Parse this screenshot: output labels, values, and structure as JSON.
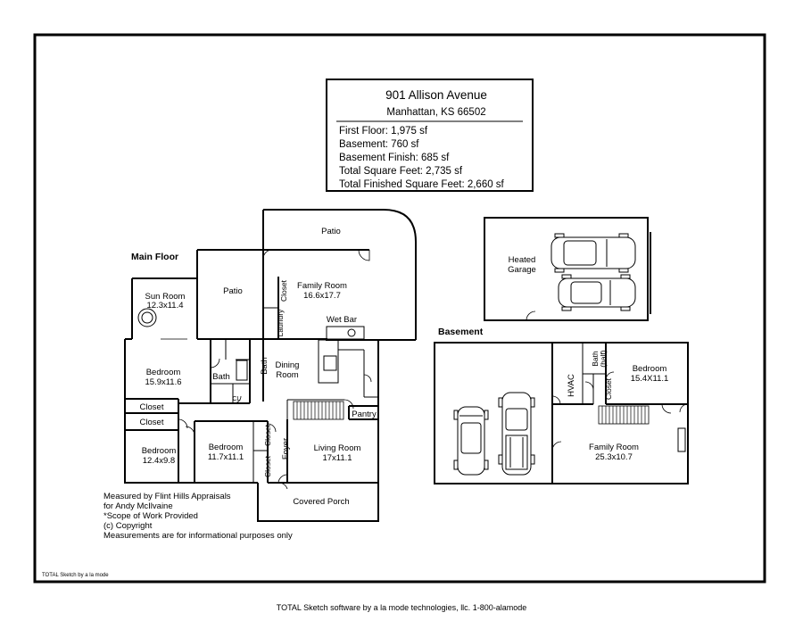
{
  "title_block": {
    "address_line1": "901 Allison Avenue",
    "address_line2": "Manhattan, KS 66502",
    "stats": [
      "First Floor: 1,975 sf",
      "Basement: 760 sf",
      "Basement Finish: 685 sf",
      "Total Square Feet: 2,735 sf",
      "Total Finished Square Feet: 2,660 sf"
    ]
  },
  "headings": {
    "main_floor": "Main Floor",
    "basement": "Basement"
  },
  "rooms": {
    "patio_top": "Patio",
    "patio_left": "Patio",
    "family_room": "Family Room",
    "family_room_dims": "16.6x17.7",
    "closet_family": "Closet",
    "laundry": "Laundry",
    "wet_bar": "Wet Bar",
    "sun_room": "Sun Room",
    "sun_room_dims": "12.3x11.4",
    "bedroom_a": "Bedroom",
    "bedroom_a_dims": "15.9x11.6",
    "bath_a": "Bath",
    "bath_b": "Bath",
    "cl": "CL",
    "dining_room_1": "Dining",
    "dining_room_2": "Room",
    "closet_1": "Closet",
    "closet_2": "Closet",
    "pantry": "Pantry",
    "bedroom_b": "Bedroom",
    "bedroom_b_dims": "12.4x9.8",
    "bedroom_c": "Bedroom",
    "bedroom_c_dims": "11.7x11.1",
    "closet_3": "Closet",
    "closet_4": "Closet",
    "foyer": "Foyer",
    "living_room": "Living Room",
    "living_room_dims": "17x11.1",
    "covered_porch": "Covered Porch",
    "heated_garage_1": "Heated",
    "heated_garage_2": "Garage",
    "hvac": "HVAC",
    "bath_half": "Bath",
    "bath_half_2": "(half)",
    "closet_bsmt": "Closet",
    "bedroom_bsmt": "Bedroom",
    "bedroom_bsmt_dims": "15.4X11.1",
    "family_room_bsmt": "Family Room",
    "family_room_bsmt_dims": "25.3x10.7"
  },
  "notes": [
    "Measured by Flint Hills Appraisals",
    "for Andy McIlvaine",
    "*Scope of Work Provided",
    "(c) Copyright",
    "Measurements are for informational purposes only"
  ],
  "corner_credit": "TOTAL Sketch by a la mode",
  "footer": "TOTAL Sketch software by a la mode technologies, llc. 1-800-alamode"
}
